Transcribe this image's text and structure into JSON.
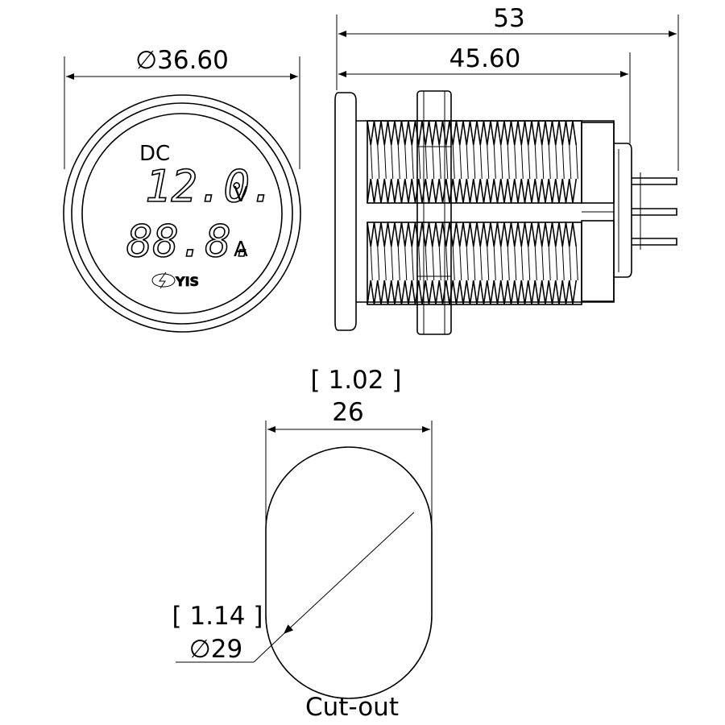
{
  "front_view": {
    "diameter_symbol": "∅",
    "diameter_value": "36.60",
    "display": {
      "mode": "DC",
      "voltage_reading": "12.0.",
      "voltage_unit": "V",
      "current_reading": "88.8.",
      "current_unit": "A",
      "brand": "YIS"
    }
  },
  "side_view": {
    "total_length": "53",
    "body_length": "45.60",
    "terminal_pins": 3
  },
  "cutout": {
    "width_inch": "[ 1.02 ]",
    "width_mm": "26",
    "diameter_inch": "[ 1.14 ]",
    "diameter_symbol": "∅",
    "diameter_mm": "29",
    "label": "Cut-out"
  },
  "colors": {
    "line": "#000000",
    "background": "#ffffff"
  },
  "icons": [
    "diameter-symbol",
    "lightning-logo-icon"
  ]
}
